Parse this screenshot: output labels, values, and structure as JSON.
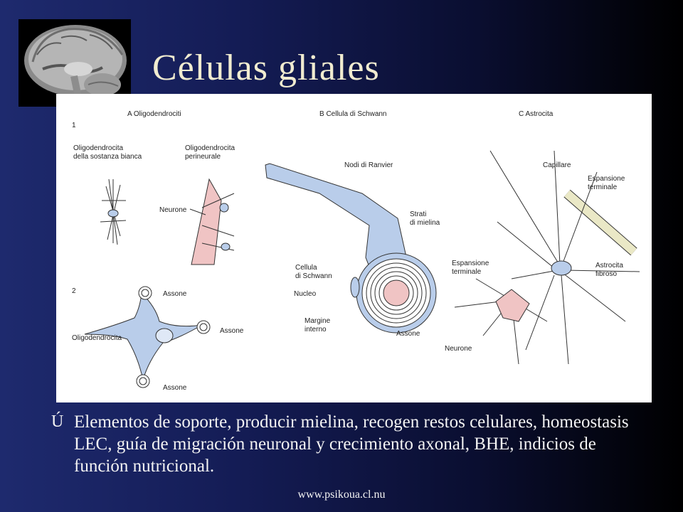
{
  "slide": {
    "title": "Células gliales",
    "bullet_marker": "Ú",
    "bullet_text": "Elementos de soporte, producir mielina, recogen restos celulares, homeostasis LEC, guía de migración neuronal y crecimiento axonal, BHE, indicios de función nutricional.",
    "footer": "www.psikoua.cl.nu"
  },
  "figure": {
    "panel_a": "A  Oligodendrociti",
    "panel_b": "B  Cellula di Schwann",
    "panel_c": "C  Astrocita",
    "row1": "1",
    "row2": "2",
    "a_white": "Oligodendrocita",
    "a_white2": "della sostanza bianca",
    "a_peri": "Oligodendrocita",
    "a_peri2": "perineurale",
    "a_neurone": "Neurone",
    "a_assone1": "Assone",
    "a_assone2": "Assone",
    "a_assone3": "Assone",
    "a_oligo": "Oligodendrocita",
    "b_ranvier": "Nodi di Ranvier",
    "b_strati": "Strati",
    "b_strati2": "di mielina",
    "b_cellula": "Cellula",
    "b_cellula2": "di Schwann",
    "b_nucleo": "Nucleo",
    "b_margine": "Margine",
    "b_margine2": "interno",
    "b_assone": "Assone",
    "c_capillare": "Capillare",
    "c_espansione": "Espansione",
    "c_terminale": "terminale",
    "c_espansione_l": "Espansione",
    "c_terminale_l": "terminale",
    "c_astrocita": "Astrocita",
    "c_fibroso": "fibroso",
    "c_neurone": "Neurone"
  },
  "colors": {
    "title": "#f1ecd0",
    "glia_blue": "#b9cdea",
    "neuron_pink": "#f0c4c4",
    "capillary": "#eae8c6"
  }
}
